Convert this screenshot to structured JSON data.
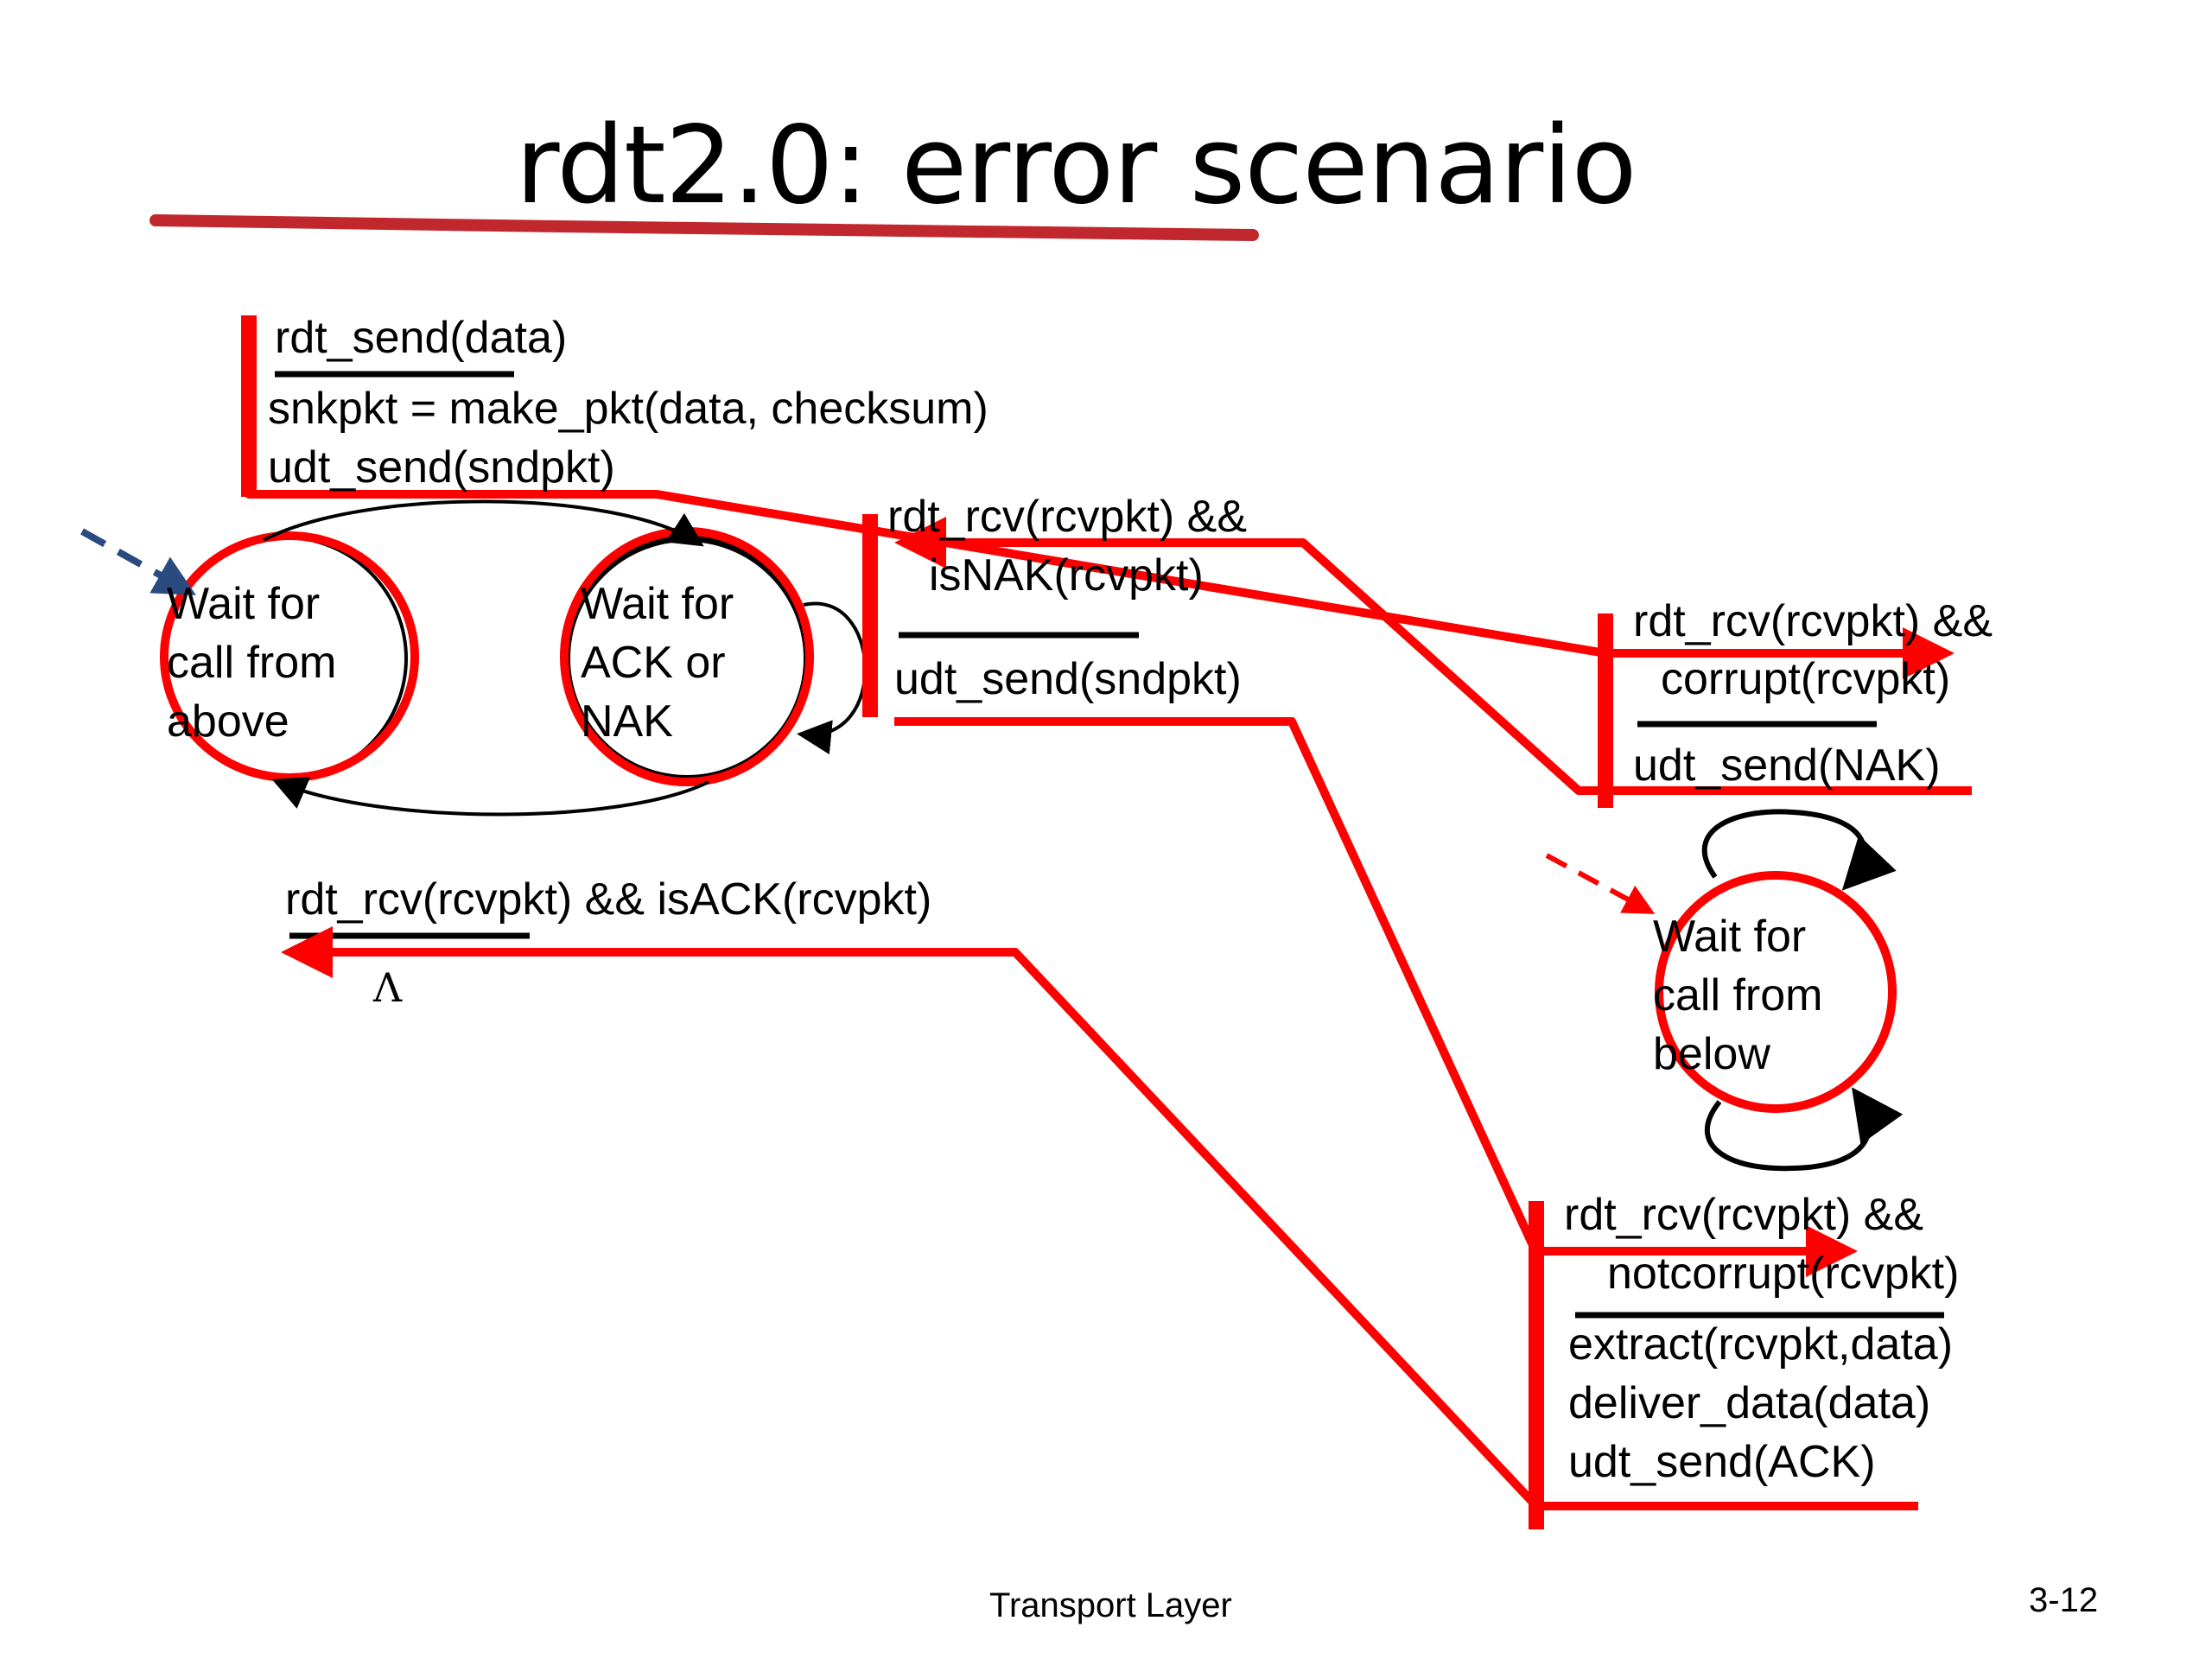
{
  "slide": {
    "title": "rdt2.0: error scenario",
    "footer_left": "Transport Layer",
    "footer_right": "3-12"
  },
  "sender": {
    "state_wait_call_above": [
      "Wait for",
      "call from",
      "above"
    ],
    "state_wait_ack_nak": [
      "Wait for",
      "ACK or",
      "NAK"
    ],
    "t1_event": "rdt_send(data)",
    "t1_action_1": "snkpkt = make_pkt(data, checksum)",
    "t1_action_2": "udt_send(sndpkt)",
    "t2_event_1": "rdt_rcv(rcvpkt) &&",
    "t2_event_2": "isNAK(rcvpkt)",
    "t2_action": "udt_send(sndpkt)",
    "t3_event": "rdt_rcv(rcvpkt) && isACK(rcvpkt)",
    "t3_action": "Λ"
  },
  "receiver": {
    "state_wait_call_below": [
      "Wait for",
      "call from",
      "below"
    ],
    "t4_event_1": "rdt_rcv(rcvpkt) &&",
    "t4_event_2": "corrupt(rcvpkt)",
    "t4_action": "udt_send(NAK)",
    "t5_event_1": "rdt_rcv(rcvpkt) &&",
    "t5_event_2": "notcorrupt(rcvpkt)",
    "t5_action_1": "extract(rcvpkt,data)",
    "t5_action_2": "deliver_data(data)",
    "t5_action_3": "udt_send(ACK)"
  },
  "colors": {
    "highlight": "#ff0000",
    "underline_title": "#c0282e",
    "initial_arrow_sender": "#2a4a80",
    "initial_arrow_receiver": "#ff0000"
  }
}
